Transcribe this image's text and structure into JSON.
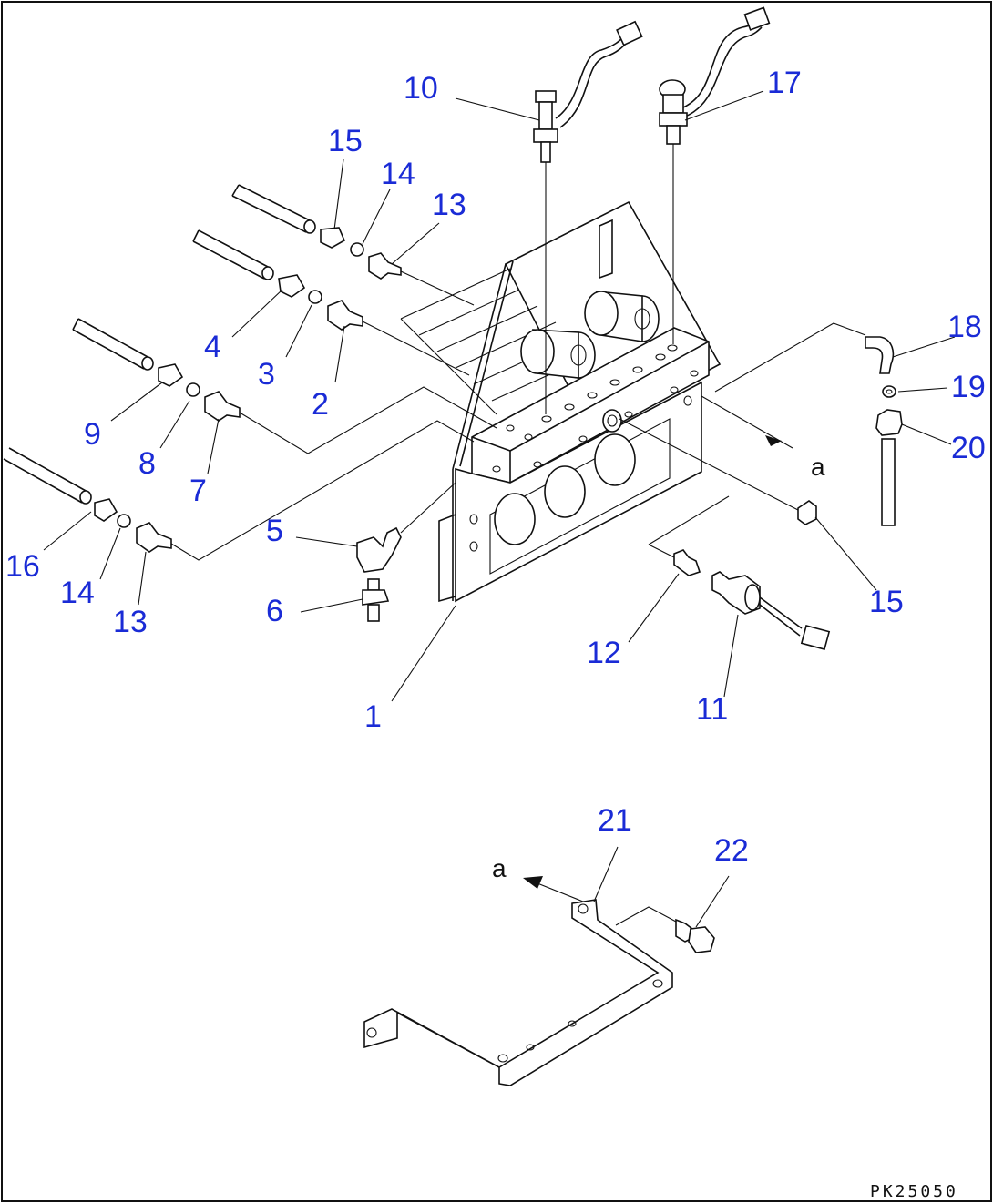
{
  "diagram": {
    "labels": [
      {
        "id": "p1",
        "text": "1"
      },
      {
        "id": "p2",
        "text": "2"
      },
      {
        "id": "p3",
        "text": "3"
      },
      {
        "id": "p4",
        "text": "4"
      },
      {
        "id": "p5",
        "text": "5"
      },
      {
        "id": "p6",
        "text": "6"
      },
      {
        "id": "p7",
        "text": "7"
      },
      {
        "id": "p8",
        "text": "8"
      },
      {
        "id": "p9",
        "text": "9"
      },
      {
        "id": "p10",
        "text": "10"
      },
      {
        "id": "p11",
        "text": "11"
      },
      {
        "id": "p12",
        "text": "12"
      },
      {
        "id": "p13a",
        "text": "13"
      },
      {
        "id": "p13b",
        "text": "13"
      },
      {
        "id": "p14a",
        "text": "14"
      },
      {
        "id": "p14b",
        "text": "14"
      },
      {
        "id": "p15a",
        "text": "15"
      },
      {
        "id": "p15b",
        "text": "15"
      },
      {
        "id": "p16",
        "text": "16"
      },
      {
        "id": "p17",
        "text": "17"
      },
      {
        "id": "p18",
        "text": "18"
      },
      {
        "id": "p19",
        "text": "19"
      },
      {
        "id": "p20",
        "text": "20"
      },
      {
        "id": "p21",
        "text": "21"
      },
      {
        "id": "p22",
        "text": "22"
      }
    ],
    "view_labels": [
      {
        "id": "va1",
        "text": "a"
      },
      {
        "id": "va2",
        "text": "a"
      }
    ],
    "drawing_code": "PK25050",
    "label_color": "#1a2bd6",
    "line_color": "#111111"
  }
}
